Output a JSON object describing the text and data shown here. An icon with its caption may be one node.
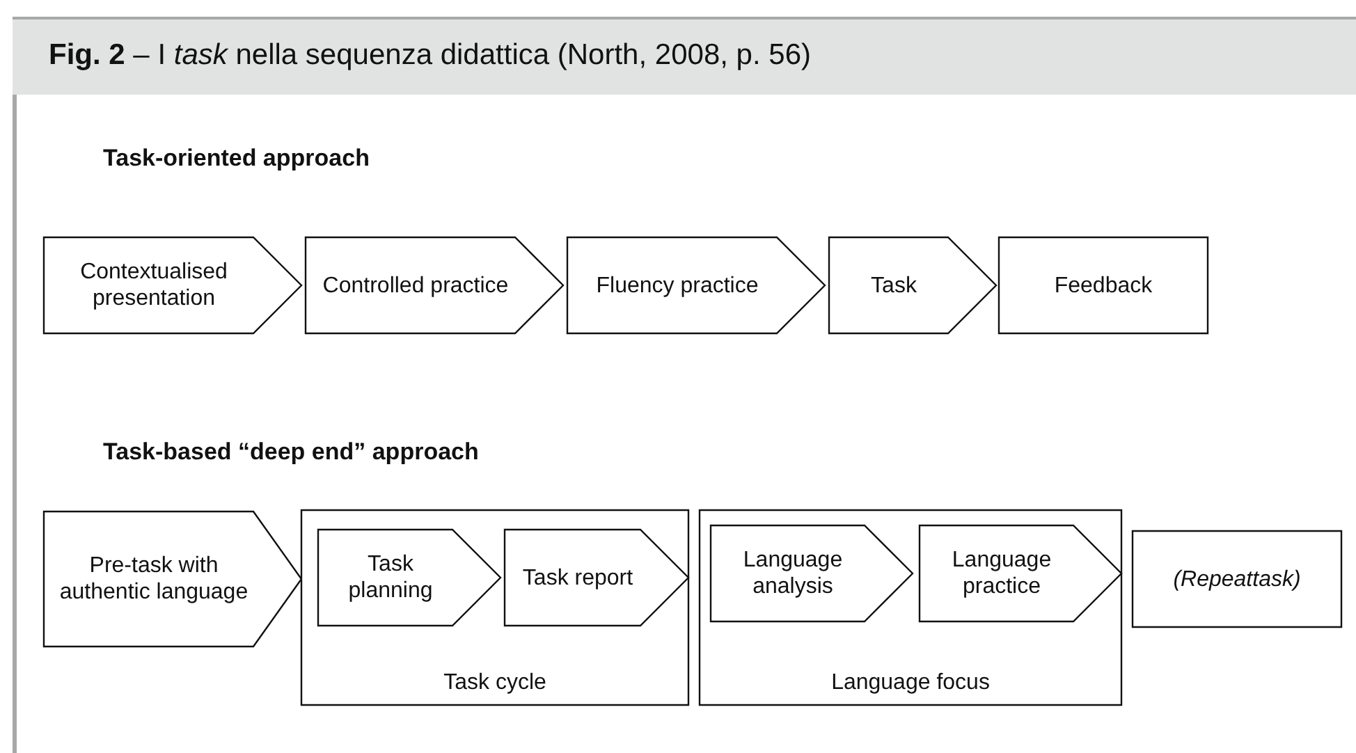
{
  "diagram": {
    "title": "**Fig. 2** – I *task* nella sequenza didattica (North, 2008, p. 56)",
    "nodes": [
      {
        "text": [
          "Contextualised presentation"
        ]
      },
      {
        "text": [
          "Controlled practice"
        ]
      },
      {
        "text": [
          "Fluency practice"
        ]
      },
      {
        "text": [
          "Task"
        ]
      },
      {
        "text": [
          "Feedback"
        ]
      },
      {
        "text": [
          "Pre-task with authentic language"
        ]
      },
      {
        "text": [
          "Task cycle"
        ]
      },
      {
        "text": [
          "Task planning"
        ],
        "in": 6
      },
      {
        "text": [
          "Task report"
        ],
        "in": 6
      },
      {
        "text": [
          "Language focus"
        ]
      },
      {
        "text": [
          "Language analysis"
        ],
        "in": 9
      },
      {
        "text": [
          "Language practice"
        ],
        "in": 9
      },
      {
        "text": [
          "(Repeattask)"
        ]
      }
    ],
    "labels": [
      "Task-oriented approach",
      "Task-based “deep end” approach"
    ]
  }
}
